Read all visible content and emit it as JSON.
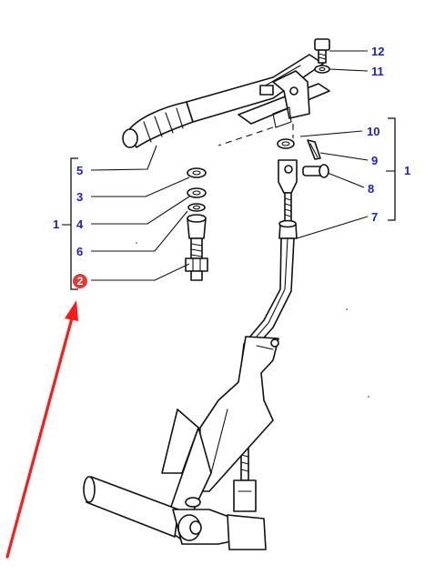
{
  "callouts": {
    "c12": "12",
    "c11": "11",
    "c10": "10",
    "c9": "9",
    "c8": "8",
    "c7": "7",
    "c5": "5",
    "c3": "3",
    "c4": "4",
    "c6": "6",
    "group_left": "1",
    "group_right": "1"
  },
  "badge": {
    "label": "2",
    "color": "#e53935"
  },
  "colors": {
    "callout_text": "#1f22b8",
    "arrow": "#ff1a1a",
    "line": "#111111"
  }
}
